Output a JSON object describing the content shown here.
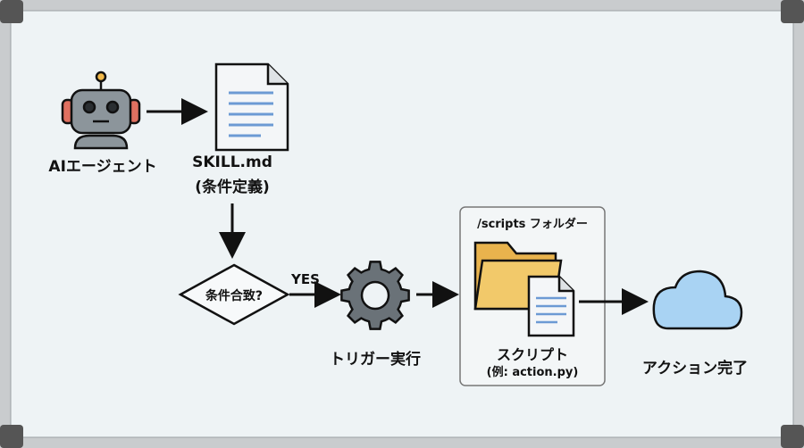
{
  "nodes": {
    "agent": {
      "label": "AIエージェント",
      "icon": "robot-icon"
    },
    "skill": {
      "label_line1": "SKILL.md",
      "label_line2": "(条件定義)",
      "icon": "document-icon"
    },
    "decision": {
      "label": "条件合致?"
    },
    "yes_label": "YES",
    "trigger": {
      "label": "トリガー実行",
      "icon": "gear-icon"
    },
    "scripts_folder": {
      "title": "/scripts フォルダー",
      "icon": "folder-icon"
    },
    "script": {
      "label_line1": "スクリプト",
      "label_line2": "(例: action.py)",
      "icon": "document-icon"
    },
    "done": {
      "label": "アクション完了",
      "icon": "cloud-icon"
    }
  },
  "colors": {
    "board": "#eef3f5",
    "frame": "#c9ccce",
    "robot_body": "#8c959b",
    "robot_ear": "#e07060",
    "antenna": "#f2b94a",
    "doc_fill": "#f4f6f8",
    "doc_lines": "#6c9ad4",
    "gear": "#6a7278",
    "folder": "#f2c96a",
    "cloud": "#a9d3f3"
  }
}
